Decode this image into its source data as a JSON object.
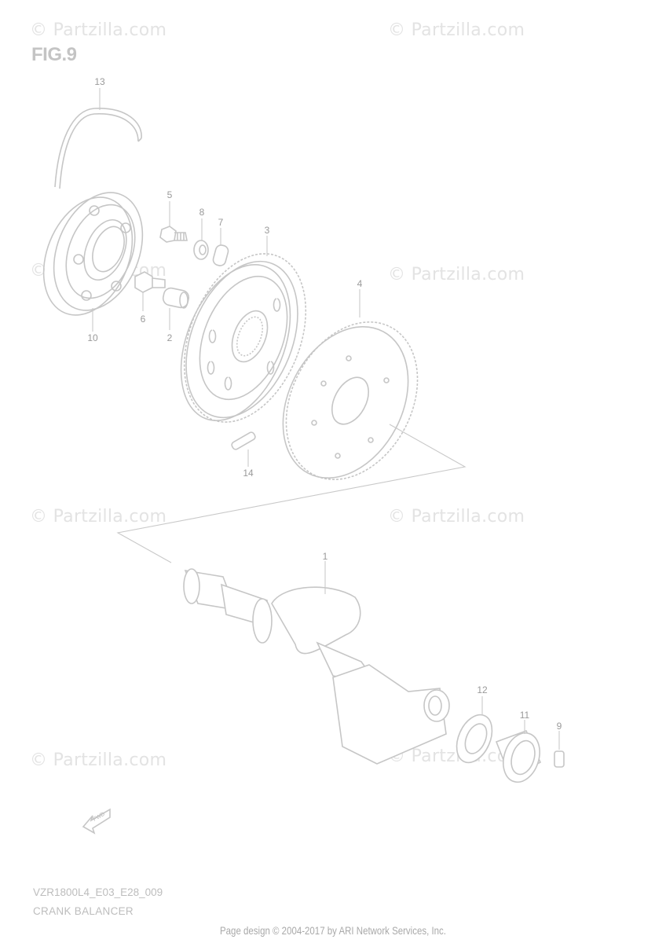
{
  "figure_label": "FIG.9",
  "watermark_text": "© Partzilla.com",
  "diagram_code": "VZR1800L4_E03_E28_009",
  "diagram_title": "CRANK BALANCER",
  "footer": "Page design © 2004-2017 by ARI Network Services, Inc.",
  "fwd_label": "FWD",
  "part_numbers": {
    "p1": "1",
    "p2": "2",
    "p3": "3",
    "p4": "4",
    "p5": "5",
    "p6": "6",
    "p7": "7",
    "p8": "8",
    "p9": "9",
    "p10": "10",
    "p11": "11",
    "p12": "12",
    "p13": "13",
    "p14": "14"
  },
  "colors": {
    "line": "#c6c6c6",
    "text": "#9a9a9a",
    "watermark": "#e3e3e3"
  }
}
